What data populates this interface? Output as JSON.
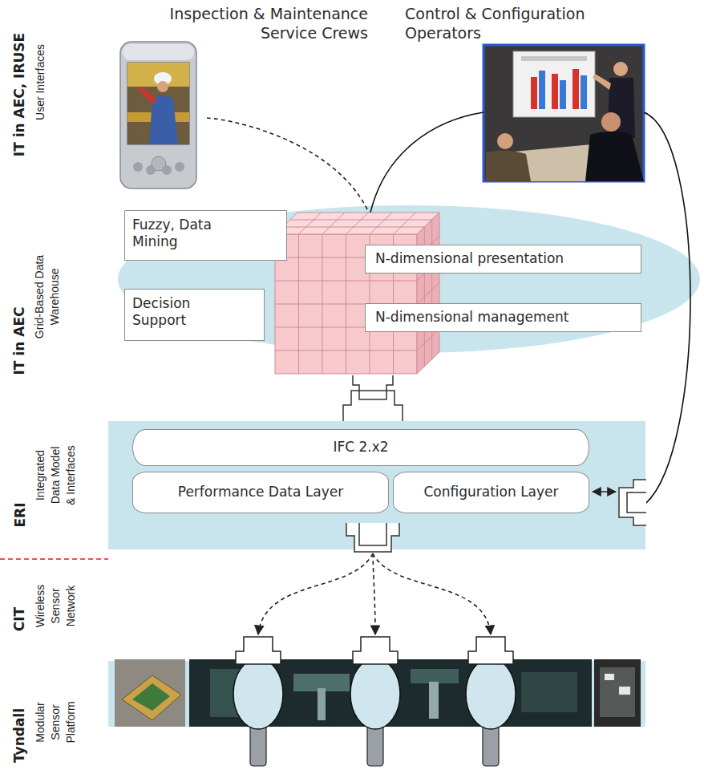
{
  "diagram": {
    "nodes": [
      {
        "text": [
          "Inspection & Maintenance Service Crews"
        ]
      },
      {
        "text": [
          "Control & Configuration Operators"
        ]
      },
      {
        "text": [
          "Fuzzy, Data Mining"
        ]
      },
      {
        "text": [
          "Decision Support"
        ]
      },
      {
        "text": [
          "N-dimensional presentation"
        ]
      },
      {
        "text": [
          "N-dimensional management"
        ]
      },
      {
        "text": [
          "IFC 2.x2"
        ]
      },
      {
        "text": [
          "Performance Data Layer"
        ]
      },
      {
        "text": [
          "Configuration Layer"
        ]
      }
    ],
    "labels": [
      "IT in AEC, IRUSE",
      "User Interfaces",
      "IT in AEC",
      "Grid-Based Data Warehouse",
      "ERI",
      "Integrated Data Model & Interfaces",
      "CIT",
      "Wireless Sensor Network",
      "Tyndall",
      "Modular Sensor Platform"
    ]
  }
}
